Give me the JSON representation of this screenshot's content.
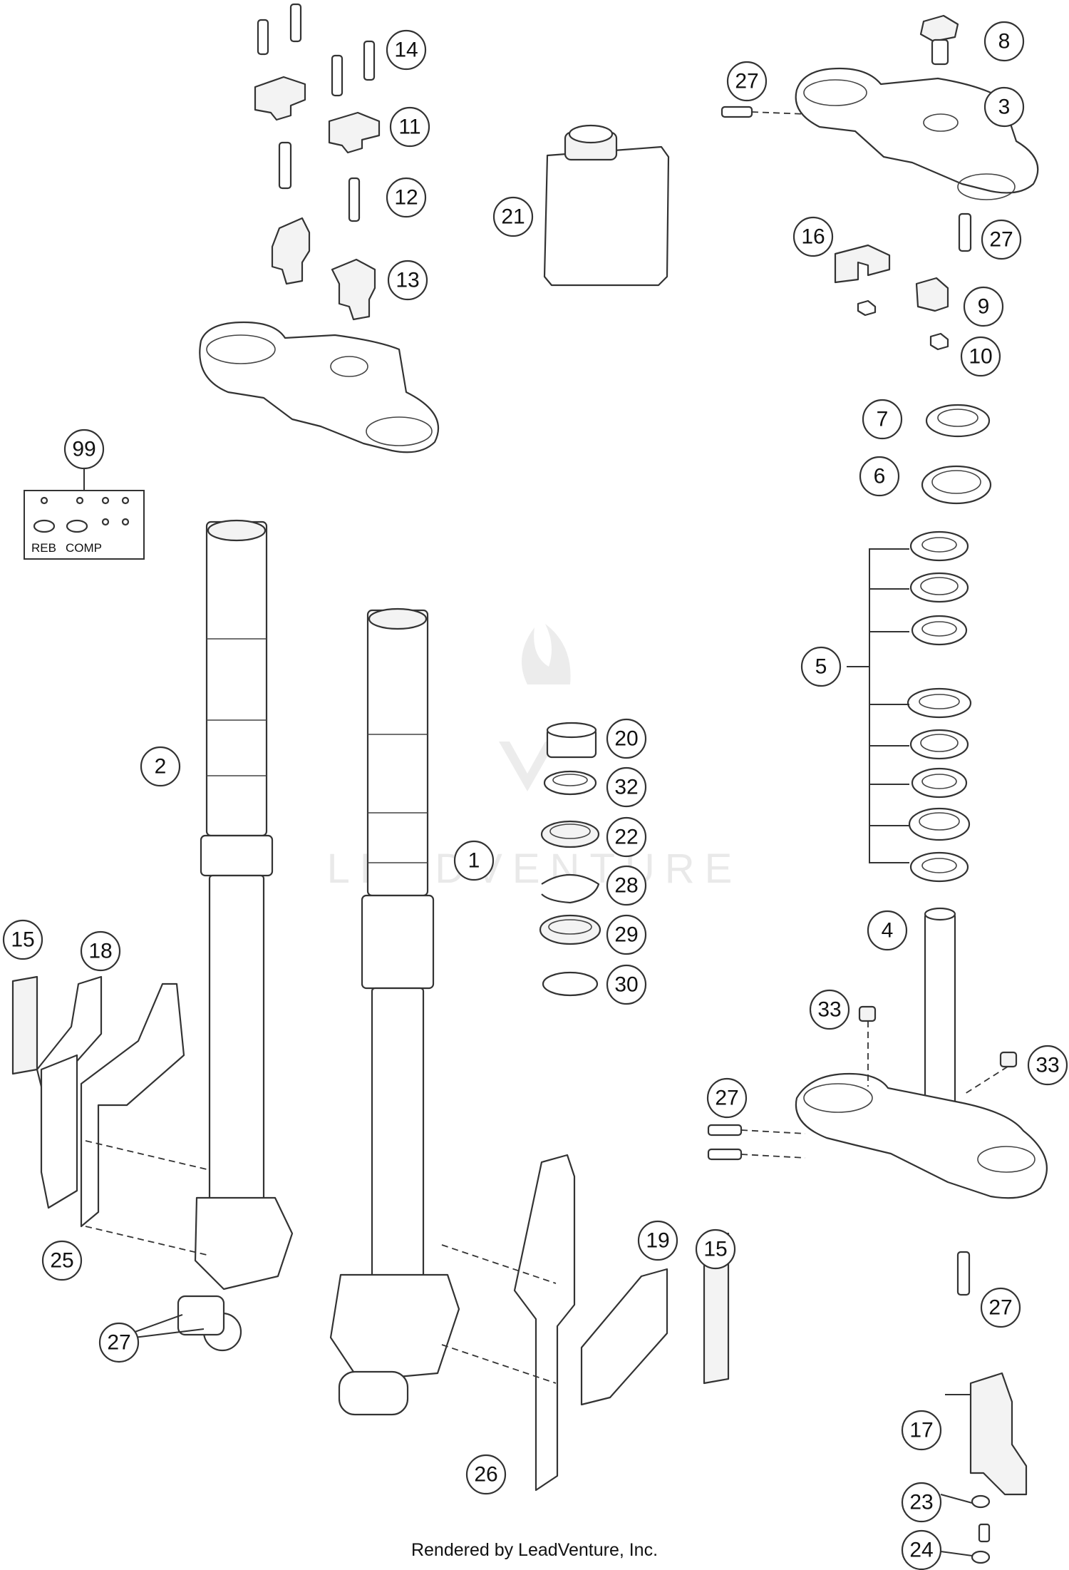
{
  "callouts": [
    {
      "id": "1",
      "label": "1"
    },
    {
      "id": "2",
      "label": "2"
    },
    {
      "id": "3",
      "label": "3"
    },
    {
      "id": "4",
      "label": "4"
    },
    {
      "id": "5",
      "label": "5"
    },
    {
      "id": "6",
      "label": "6"
    },
    {
      "id": "7",
      "label": "7"
    },
    {
      "id": "8",
      "label": "8"
    },
    {
      "id": "9",
      "label": "9"
    },
    {
      "id": "10",
      "label": "10"
    },
    {
      "id": "11",
      "label": "11"
    },
    {
      "id": "12",
      "label": "12"
    },
    {
      "id": "13",
      "label": "13"
    },
    {
      "id": "14",
      "label": "14"
    },
    {
      "id": "15a",
      "label": "15"
    },
    {
      "id": "15b",
      "label": "15"
    },
    {
      "id": "16",
      "label": "16"
    },
    {
      "id": "17",
      "label": "17"
    },
    {
      "id": "18",
      "label": "18"
    },
    {
      "id": "19",
      "label": "19"
    },
    {
      "id": "20",
      "label": "20"
    },
    {
      "id": "21",
      "label": "21"
    },
    {
      "id": "22",
      "label": "22"
    },
    {
      "id": "23",
      "label": "23"
    },
    {
      "id": "24",
      "label": "24"
    },
    {
      "id": "25",
      "label": "25"
    },
    {
      "id": "26",
      "label": "26"
    },
    {
      "id": "27a",
      "label": "27"
    },
    {
      "id": "27b",
      "label": "27"
    },
    {
      "id": "27c",
      "label": "27"
    },
    {
      "id": "27d",
      "label": "27"
    },
    {
      "id": "27e",
      "label": "27"
    },
    {
      "id": "28",
      "label": "28"
    },
    {
      "id": "29",
      "label": "29"
    },
    {
      "id": "30",
      "label": "30"
    },
    {
      "id": "32",
      "label": "32"
    },
    {
      "id": "33a",
      "label": "33"
    },
    {
      "id": "33b",
      "label": "33"
    },
    {
      "id": "99",
      "label": "99"
    }
  ],
  "kit_box": {
    "reb_label": "REB",
    "comp_label": "COMP"
  },
  "watermark": "LEADVENTURE",
  "footer": "Rendered by LeadVenture, Inc."
}
